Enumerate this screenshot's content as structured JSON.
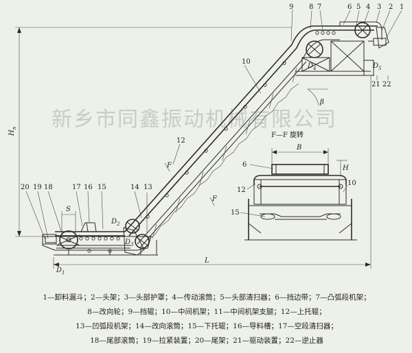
{
  "watermark": "新乡市同鑫振动机械有限公司",
  "labels": {
    "n1": "1",
    "n2": "2",
    "n3": "3",
    "n4": "4",
    "n5": "5",
    "n6": "6",
    "n7": "7",
    "n8": "8",
    "n9": "9",
    "n10": "10",
    "n12": "12",
    "n13": "13",
    "n14": "14",
    "n15": "15",
    "n16": "16",
    "n17": "17",
    "n18": "18",
    "n19": "19",
    "n20": "20",
    "n21_22": "21 22",
    "d1": "D",
    "d1_sub": "1",
    "d2": "D",
    "d2_sub": "2",
    "d3": "D",
    "d3_sub": "3",
    "d4": "D",
    "d4_sub": "4",
    "d5": "D",
    "d5_sub": "5",
    "hn": "H",
    "hn_sub": "n",
    "s": "S",
    "l": "L",
    "beta": "β",
    "f": "F",
    "section_title": "F—F 旋转",
    "b": "B",
    "h": "H",
    "s_n6": "6",
    "s_n12": "12",
    "s_n10": "10",
    "s_n15": "15"
  },
  "legend": {
    "line1": "1—卸料漏斗；2—头架；3—头部护罩；4—传动滚筒；5—头部清扫器；6—挡边带；7—凸弧段机架；",
    "line2": "8—改向轮；9—挡辊；10—中间机架；11—中间机架支腿；12—上托辊；",
    "line3": "13—凹弧段机架；14—改向滚筒；15—下托辊；16—导料槽；17—空段清扫器；",
    "line4": "18—尾部滚筒；19—拉紧装置；20—尾架；21—驱动装置；22—逆止器"
  }
}
